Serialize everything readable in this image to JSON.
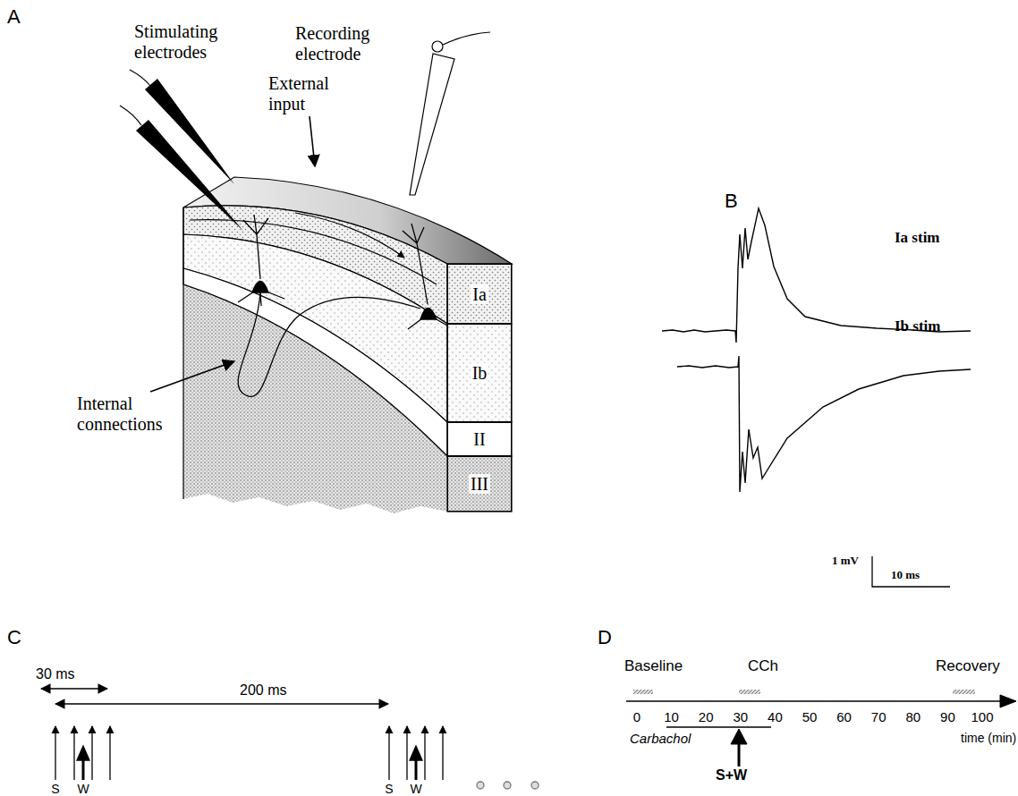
{
  "diagram": {
    "nodes": [
      {
        "text": [
          "Ia"
        ]
      },
      {
        "text": [
          "Ib"
        ]
      },
      {
        "text": [
          "II"
        ]
      },
      {
        "text": [
          "III"
        ]
      }
    ],
    "edges": [],
    "labels": [
      "A",
      "B",
      "C",
      "D",
      "Stimulating electrodes",
      "Recording electrode",
      "External input",
      "Internal connections",
      "Ia stim",
      "Ib stim",
      "1 mV",
      "10 ms",
      "30 ms",
      "200 ms",
      "S",
      "W",
      "S",
      "W",
      "Baseline",
      "CCh",
      "Recovery",
      "0",
      "10",
      "20",
      "30",
      "40",
      "50",
      "60",
      "70",
      "80",
      "90",
      "100",
      "time (min)",
      "Carbachol",
      "S+W"
    ]
  }
}
